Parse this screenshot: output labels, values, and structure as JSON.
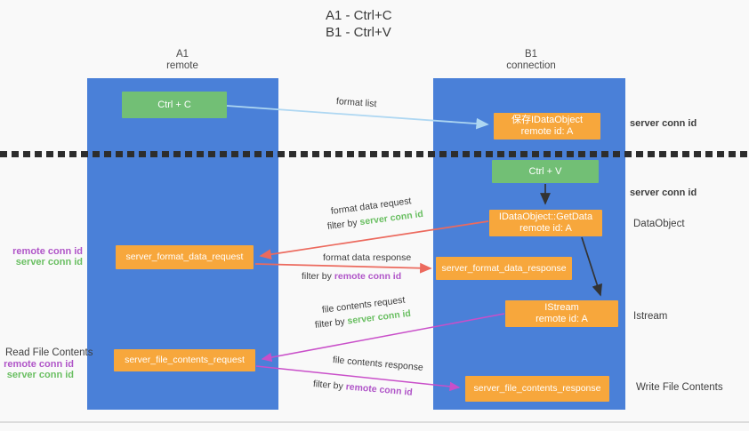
{
  "title": {
    "line1": "A1 - Ctrl+C",
    "line2": "B1 - Ctrl+V"
  },
  "lanes": {
    "left": {
      "id": "A1",
      "role": "remote"
    },
    "right": {
      "id": "B1",
      "role": "connection"
    }
  },
  "boxes": {
    "ctrl_c": {
      "label": "Ctrl + C"
    },
    "save_idataobject": {
      "line1": "保存IDataObject",
      "line2": "remote id: A"
    },
    "ctrl_v": {
      "label": "Ctrl + V"
    },
    "getdata": {
      "line1": "IDataObject::GetData",
      "line2": "remote id: A"
    },
    "format_request": {
      "label": "server_format_data_request"
    },
    "format_response": {
      "label": "server_format_data_response"
    },
    "istream": {
      "line1": "IStream",
      "line2": "remote id: A"
    },
    "file_request": {
      "label": "server_file_contents_request"
    },
    "file_response": {
      "label": "server_file_contents_response"
    }
  },
  "arrow_labels": {
    "format_list": "format list",
    "format_data_request": "format data request",
    "filter_by_server_1": {
      "prefix": "filter by",
      "value": "server conn id"
    },
    "format_data_response": "format data response",
    "filter_by_remote_1": {
      "prefix": "filter by",
      "value": "remote conn id"
    },
    "file_contents_request": "file contents request",
    "filter_by_server_2": {
      "prefix": "filter by",
      "value": "server conn id"
    },
    "file_contents_response": "file contents response",
    "filter_by_remote_2": {
      "prefix": "filter by",
      "value": "remote conn id"
    }
  },
  "side_labels": {
    "server_conn_id_top": "server conn id",
    "server_conn_id_mid": "server conn id",
    "dataobject": "DataObject",
    "istream": "Istream",
    "write_file_contents": "Write File Contents",
    "read_file_contents": "Read File Contents",
    "left_pair1": {
      "remote": "remote conn id",
      "server": "server conn id"
    },
    "left_pair2": {
      "remote": "remote conn id",
      "server": "server conn id"
    }
  },
  "colors": {
    "background": "#f9f9f9",
    "lane_blue": "#4a80d8",
    "green_box": "#72bf75",
    "orange_box": "#f7a73c",
    "green_text": "#6abf62",
    "purple_text": "#b055c8",
    "red_arrow": "#ec6a5e",
    "magenta_arrow": "#c94fc9",
    "light_blue_arrow": "#aed7f2",
    "black_arrow": "#333333",
    "separator": "#2d2d2d"
  }
}
